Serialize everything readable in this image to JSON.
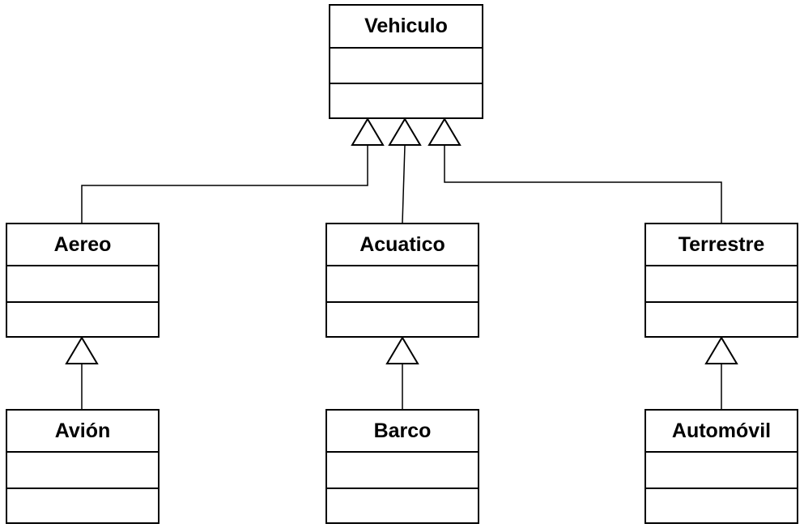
{
  "diagram": {
    "classes": [
      {
        "id": "vehiculo",
        "name": "Vehiculo"
      },
      {
        "id": "aereo",
        "name": "Aereo"
      },
      {
        "id": "acuatico",
        "name": "Acuatico"
      },
      {
        "id": "terrestre",
        "name": "Terrestre"
      },
      {
        "id": "avion",
        "name": "Avión"
      },
      {
        "id": "barco",
        "name": "Barco"
      },
      {
        "id": "automovil",
        "name": "Automóvil"
      }
    ],
    "generalizations": [
      {
        "from": "aereo",
        "to": "vehiculo"
      },
      {
        "from": "acuatico",
        "to": "vehiculo"
      },
      {
        "from": "terrestre",
        "to": "vehiculo"
      },
      {
        "from": "avion",
        "to": "aereo"
      },
      {
        "from": "barco",
        "to": "acuatico"
      },
      {
        "from": "automovil",
        "to": "terrestre"
      }
    ],
    "line_color": "#000000",
    "fill_color": "#ffffff"
  }
}
